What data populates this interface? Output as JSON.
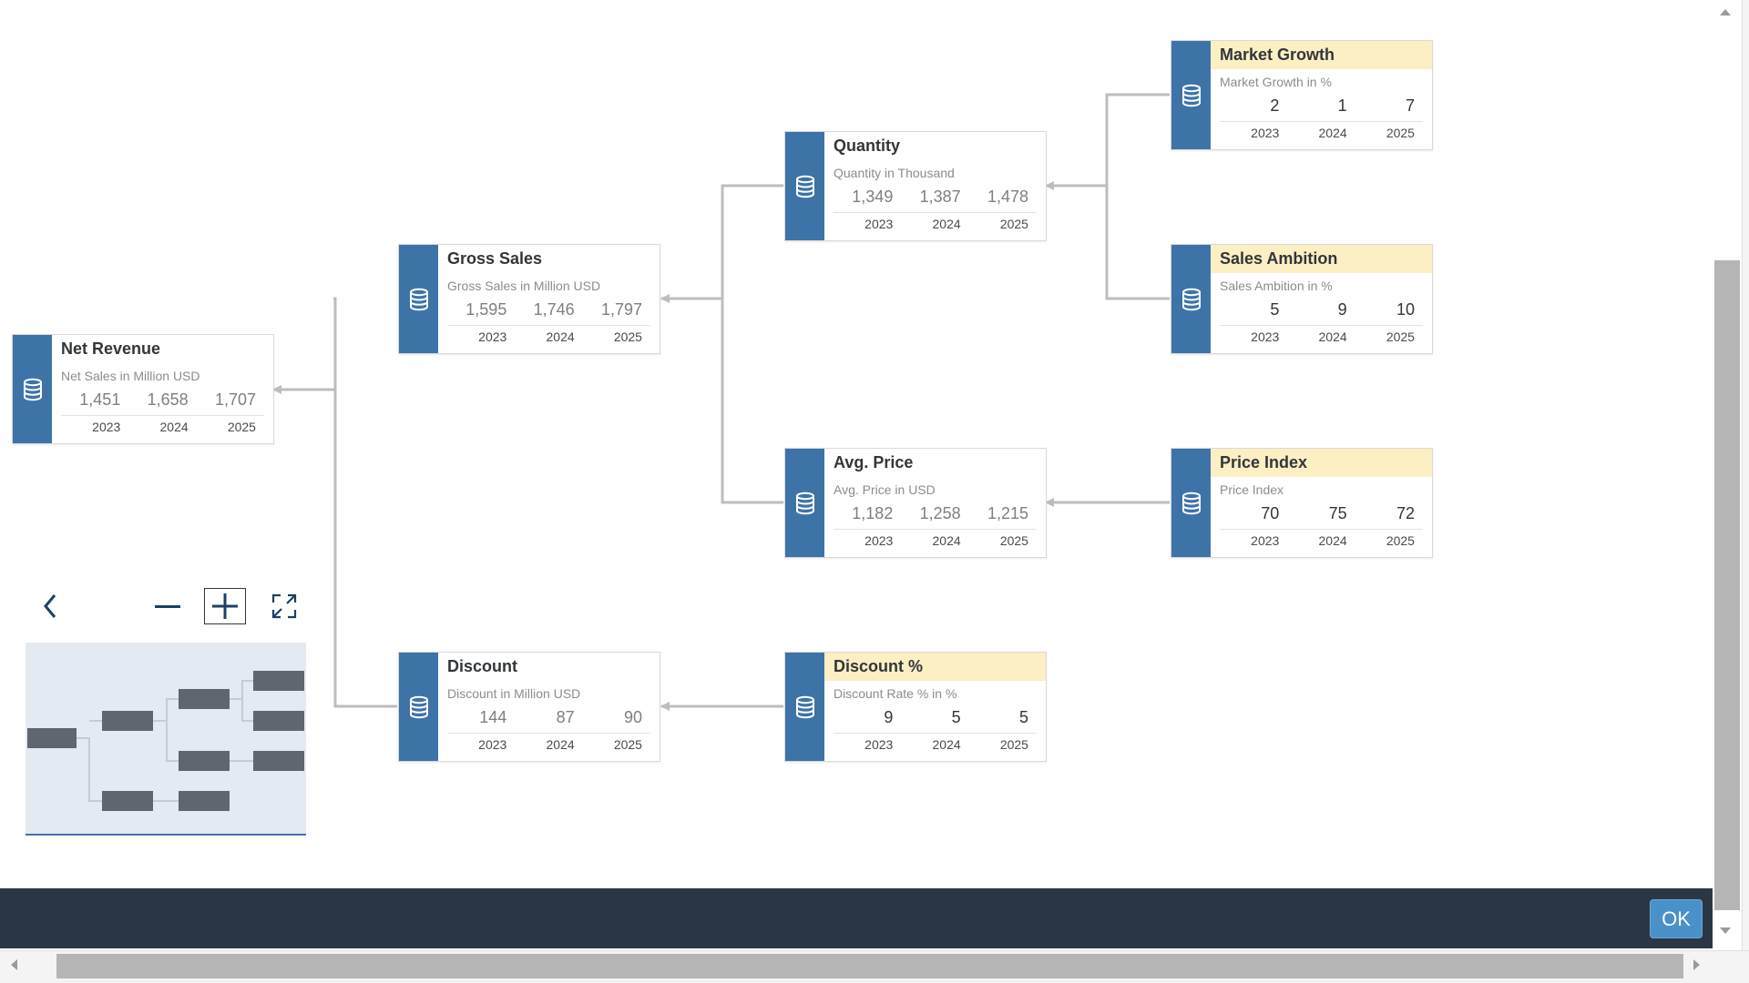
{
  "nodes": {
    "net_revenue": {
      "title": "Net Revenue",
      "subtitle": "Net Sales in Million USD",
      "values": [
        "1,451",
        "1,658",
        "1,707"
      ],
      "years": [
        "2023",
        "2024",
        "2025"
      ],
      "highlighted": false
    },
    "gross_sales": {
      "title": "Gross Sales",
      "subtitle": "Gross Sales in Million USD",
      "values": [
        "1,595",
        "1,746",
        "1,797"
      ],
      "years": [
        "2023",
        "2024",
        "2025"
      ],
      "highlighted": false
    },
    "discount": {
      "title": "Discount",
      "subtitle": "Discount in Million USD",
      "values": [
        "144",
        "87",
        "90"
      ],
      "years": [
        "2023",
        "2024",
        "2025"
      ],
      "highlighted": false
    },
    "quantity": {
      "title": "Quantity",
      "subtitle": "Quantity in Thousand",
      "values": [
        "1,349",
        "1,387",
        "1,478"
      ],
      "years": [
        "2023",
        "2024",
        "2025"
      ],
      "highlighted": false
    },
    "avg_price": {
      "title": "Avg. Price",
      "subtitle": "Avg. Price in USD",
      "values": [
        "1,182",
        "1,258",
        "1,215"
      ],
      "years": [
        "2023",
        "2024",
        "2025"
      ],
      "highlighted": false
    },
    "discount_pct": {
      "title": "Discount %",
      "subtitle": "Discount Rate % in %",
      "values": [
        "9",
        "5",
        "5"
      ],
      "years": [
        "2023",
        "2024",
        "2025"
      ],
      "highlighted": true
    },
    "market_growth": {
      "title": "Market Growth",
      "subtitle": "Market Growth in %",
      "values": [
        "2",
        "1",
        "7"
      ],
      "years": [
        "2023",
        "2024",
        "2025"
      ],
      "highlighted": true
    },
    "sales_ambition": {
      "title": "Sales Ambition",
      "subtitle": "Sales Ambition in %",
      "values": [
        "5",
        "9",
        "10"
      ],
      "years": [
        "2023",
        "2024",
        "2025"
      ],
      "highlighted": true
    },
    "price_index": {
      "title": "Price Index",
      "subtitle": "Price Index",
      "values": [
        "70",
        "75",
        "72"
      ],
      "years": [
        "2023",
        "2024",
        "2025"
      ],
      "highlighted": true
    }
  },
  "footer": {
    "ok_label": "OK"
  },
  "icons": {
    "node": "database-icon",
    "nav_back": "chevron-left-icon",
    "zoom_out": "minus-icon",
    "zoom_in": "plus-icon",
    "fit": "expand-icon"
  },
  "colors": {
    "node_strip": "#3e73a8",
    "highlight_title": "#fcefc4",
    "footer": "#2b3744",
    "ok_button": "#4a90c9",
    "minimap_bg": "#e4eaf2",
    "minimap_node": "#5f6670",
    "connector": "#bdbdbd"
  }
}
